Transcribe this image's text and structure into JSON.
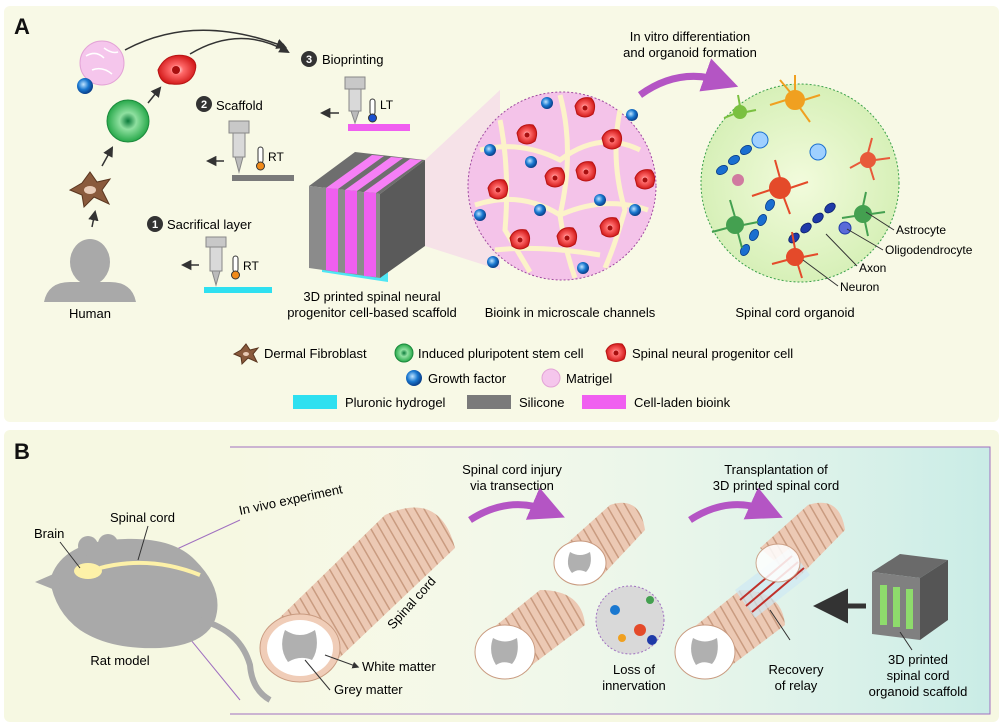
{
  "panel_a": {
    "letter": "A",
    "steps": {
      "sacrificial": {
        "num": "1",
        "label": "Sacrifical layer",
        "temp": "RT"
      },
      "scaffold": {
        "num": "2",
        "label": "Scaffold",
        "temp": "RT"
      },
      "bioprinting": {
        "num": "3",
        "label": "Bioprinting",
        "temp": "LT"
      }
    },
    "human_label": "Human",
    "scaffold_caption": [
      "3D printed spinal neural",
      "progenitor cell-based scaffold"
    ],
    "bioink_caption": "Bioink in microscale channels",
    "organoid_caption": "Spinal cord organoid",
    "differentiation_label": [
      "In vitro differentiation",
      "and organoid formation"
    ],
    "cell_labels": {
      "astrocyte": "Astrocyte",
      "oligodendrocyte": "Oligodendrocyte",
      "axon": "Axon",
      "neuron": "Neuron"
    },
    "legend": {
      "fibroblast": "Dermal Fibroblast",
      "ipsc": "Induced pluripotent stem cell",
      "spnp": "Spinal neural progenitor cell",
      "growth_factor": "Growth factor",
      "matrigel": "Matrigel",
      "pluronic": "Pluronic hydrogel",
      "silicone": "Silicone",
      "bioink": "Cell-laden bioink"
    },
    "colors": {
      "panel_bg": "#f8f9e6",
      "pluronic": "#2ee0f0",
      "silicone": "#7a7a7a",
      "bioink": "#f05ff0",
      "arrow_purple": "#b455c4",
      "matrigel": "#f5c6ec"
    }
  },
  "panel_b": {
    "letter": "B",
    "brain_label": "Brain",
    "spinal_label": "Spinal cord",
    "rat_label": "Rat model",
    "in_vivo_label": "In vivo experiment",
    "cord_text": "Spinal cord",
    "white_matter": "White matter",
    "grey_matter": "Grey matter",
    "injury_label": [
      "Spinal cord injury",
      "via transection"
    ],
    "transplant_label": [
      "Transplantation of",
      "3D printed spinal cord"
    ],
    "loss_label": [
      "Loss of",
      "innervation"
    ],
    "recovery_label": [
      "Recovery",
      "of relay"
    ],
    "scaffold_label": [
      "3D printed",
      "spinal cord",
      "organoid scaffold"
    ],
    "colors": {
      "panel_bg": "#f6f8e2",
      "teal_bg": "#dff3ef",
      "cord": "#e9c6b1"
    }
  }
}
